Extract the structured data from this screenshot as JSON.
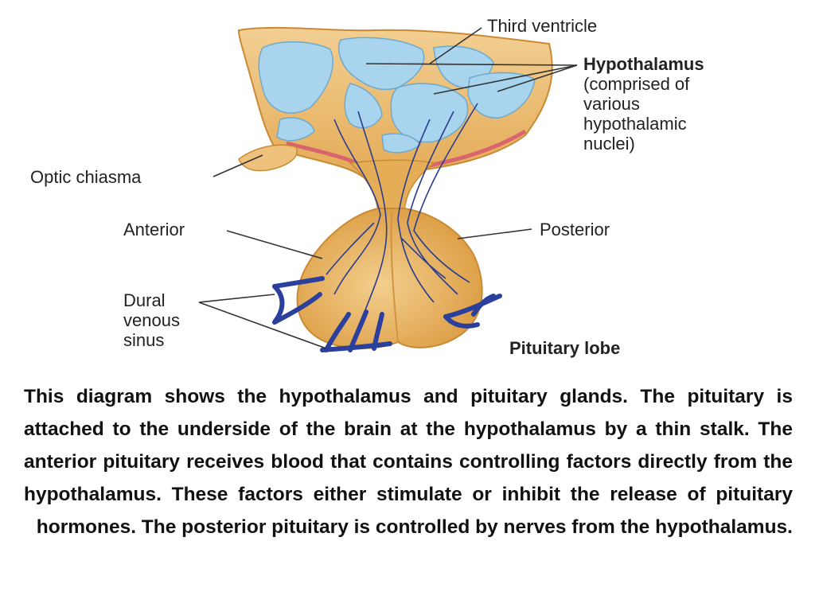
{
  "labels": {
    "third_ventricle": "Third ventricle",
    "hypothalamus_title": "Hypothalamus",
    "hypothalamus_desc": [
      "(comprised of",
      "various",
      "hypothalamic",
      "nuclei)"
    ],
    "optic_chiasma": "Optic chiasma",
    "anterior": "Anterior",
    "posterior": "Posterior",
    "dural_venous_sinus": [
      "Dural",
      "venous",
      "sinus"
    ],
    "pituitary_lobe": "Pituitary lobe"
  },
  "caption": "This diagram shows the hypothalamus and pituitary glands. The pituitary is attached to the underside of the brain at the hypothalamus by a thin stalk. The anterior pituitary receives blood that contains controlling factors directly from the hypothalamus. These factors either stimulate or inhibit the release of pituitary hormones. The posterior pituitary is controlled by nerves from the hypothalamus.",
  "colors": {
    "tissue": "#e3a84d",
    "tissue_light": "#f0c77e",
    "nuclei": "#a9d4ee",
    "ventricle_edge": "#d9646e",
    "vein": "#2b3f9c",
    "nerve": "#2a3c8f"
  }
}
